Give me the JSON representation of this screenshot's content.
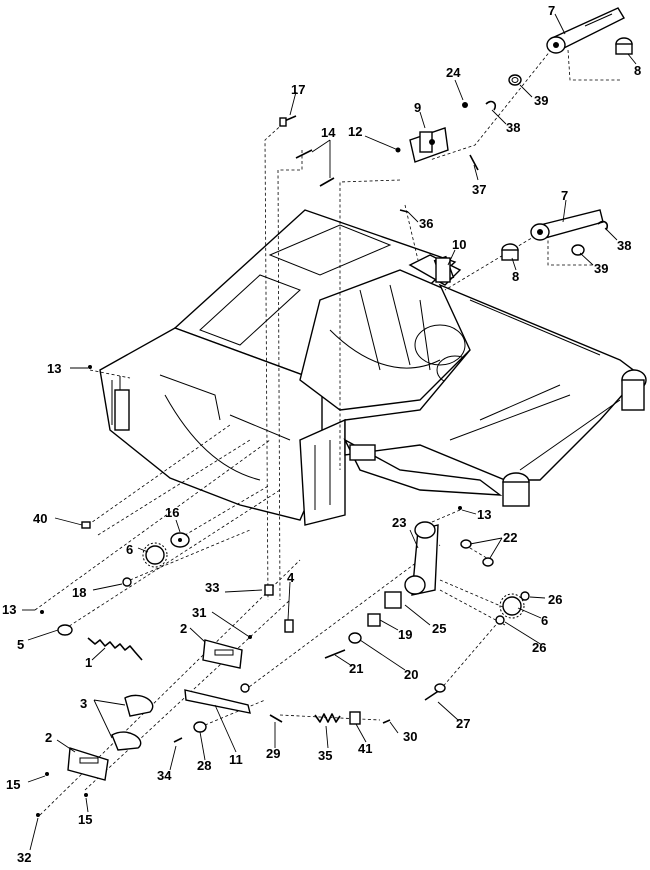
{
  "diagram": {
    "callouts": [
      {
        "id": "c7a",
        "text": "7"
      },
      {
        "id": "c8a",
        "text": "8"
      },
      {
        "id": "c24",
        "text": "24"
      },
      {
        "id": "c39a",
        "text": "39"
      },
      {
        "id": "c38a",
        "text": "38"
      },
      {
        "id": "c9",
        "text": "9"
      },
      {
        "id": "c17",
        "text": "17"
      },
      {
        "id": "c14",
        "text": "14"
      },
      {
        "id": "c12",
        "text": "12"
      },
      {
        "id": "c37",
        "text": "37"
      },
      {
        "id": "c36",
        "text": "36"
      },
      {
        "id": "c7b",
        "text": "7"
      },
      {
        "id": "c38b",
        "text": "38"
      },
      {
        "id": "c10",
        "text": "10"
      },
      {
        "id": "c8b",
        "text": "8"
      },
      {
        "id": "c39b",
        "text": "39"
      },
      {
        "id": "c13a",
        "text": "13"
      },
      {
        "id": "c40",
        "text": "40"
      },
      {
        "id": "c16",
        "text": "16"
      },
      {
        "id": "c13b",
        "text": "13"
      },
      {
        "id": "c23",
        "text": "23"
      },
      {
        "id": "c22",
        "text": "22"
      },
      {
        "id": "c6a",
        "text": "6"
      },
      {
        "id": "c18",
        "text": "18"
      },
      {
        "id": "c33",
        "text": "33"
      },
      {
        "id": "c4",
        "text": "4"
      },
      {
        "id": "c13c",
        "text": "13"
      },
      {
        "id": "c31",
        "text": "31"
      },
      {
        "id": "c26a",
        "text": "26"
      },
      {
        "id": "c5",
        "text": "5"
      },
      {
        "id": "c2a",
        "text": "2"
      },
      {
        "id": "c25",
        "text": "25"
      },
      {
        "id": "c6b",
        "text": "6"
      },
      {
        "id": "c19",
        "text": "19"
      },
      {
        "id": "c26b",
        "text": "26"
      },
      {
        "id": "c1",
        "text": "1"
      },
      {
        "id": "c21",
        "text": "21"
      },
      {
        "id": "c20",
        "text": "20"
      },
      {
        "id": "c3",
        "text": "3"
      },
      {
        "id": "c27",
        "text": "27"
      },
      {
        "id": "c2b",
        "text": "2"
      },
      {
        "id": "c30",
        "text": "30"
      },
      {
        "id": "c34",
        "text": "34"
      },
      {
        "id": "c28",
        "text": "28"
      },
      {
        "id": "c11",
        "text": "11"
      },
      {
        "id": "c29",
        "text": "29"
      },
      {
        "id": "c35",
        "text": "35"
      },
      {
        "id": "c41",
        "text": "41"
      },
      {
        "id": "c15a",
        "text": "15"
      },
      {
        "id": "c15b",
        "text": "15"
      },
      {
        "id": "c32",
        "text": "32"
      }
    ]
  }
}
